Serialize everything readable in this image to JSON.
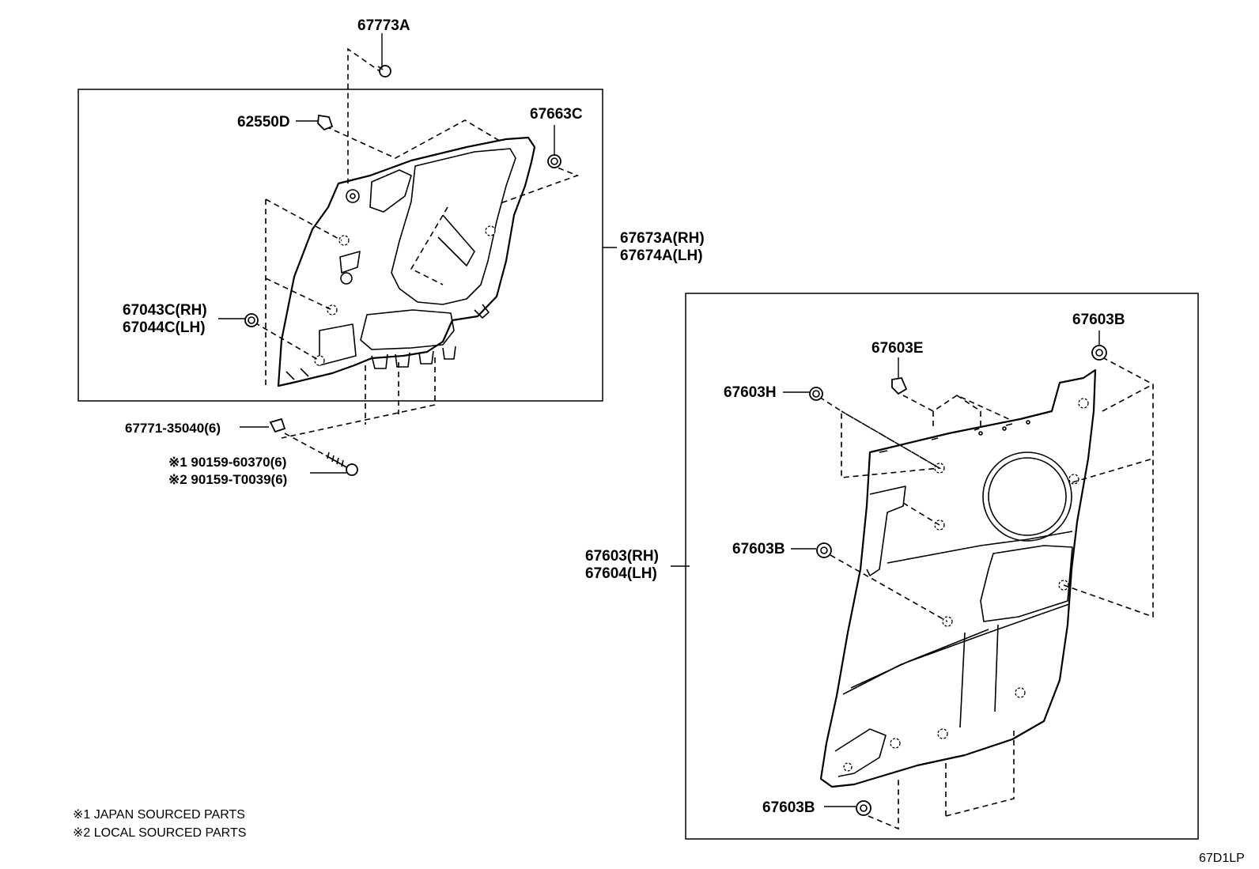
{
  "labels": {
    "p67773A": "67773A",
    "p62550D": "62550D",
    "p67663C": "67663C",
    "p67673A": "67673A(RH)",
    "p67674A": "67674A(LH)",
    "p67043C": "67043C(RH)",
    "p67044C": "67044C(LH)",
    "p67771": "67771-35040(6)",
    "p90159a": "※1 90159-60370(6)",
    "p90159b": "※2 90159-T0039(6)",
    "p67603B_top": "67603B",
    "p67603E": "67603E",
    "p67603H": "67603H",
    "p67603": "67603(RH)",
    "p67604": "67604(LH)",
    "p67603B_mid": "67603B",
    "p67603B_bot": "67603B"
  },
  "notes": {
    "note1": "※1 JAPAN SOURCED PARTS",
    "note2": "※2 LOCAL SOURCED PARTS"
  },
  "diagram_code": "67D1LP"
}
